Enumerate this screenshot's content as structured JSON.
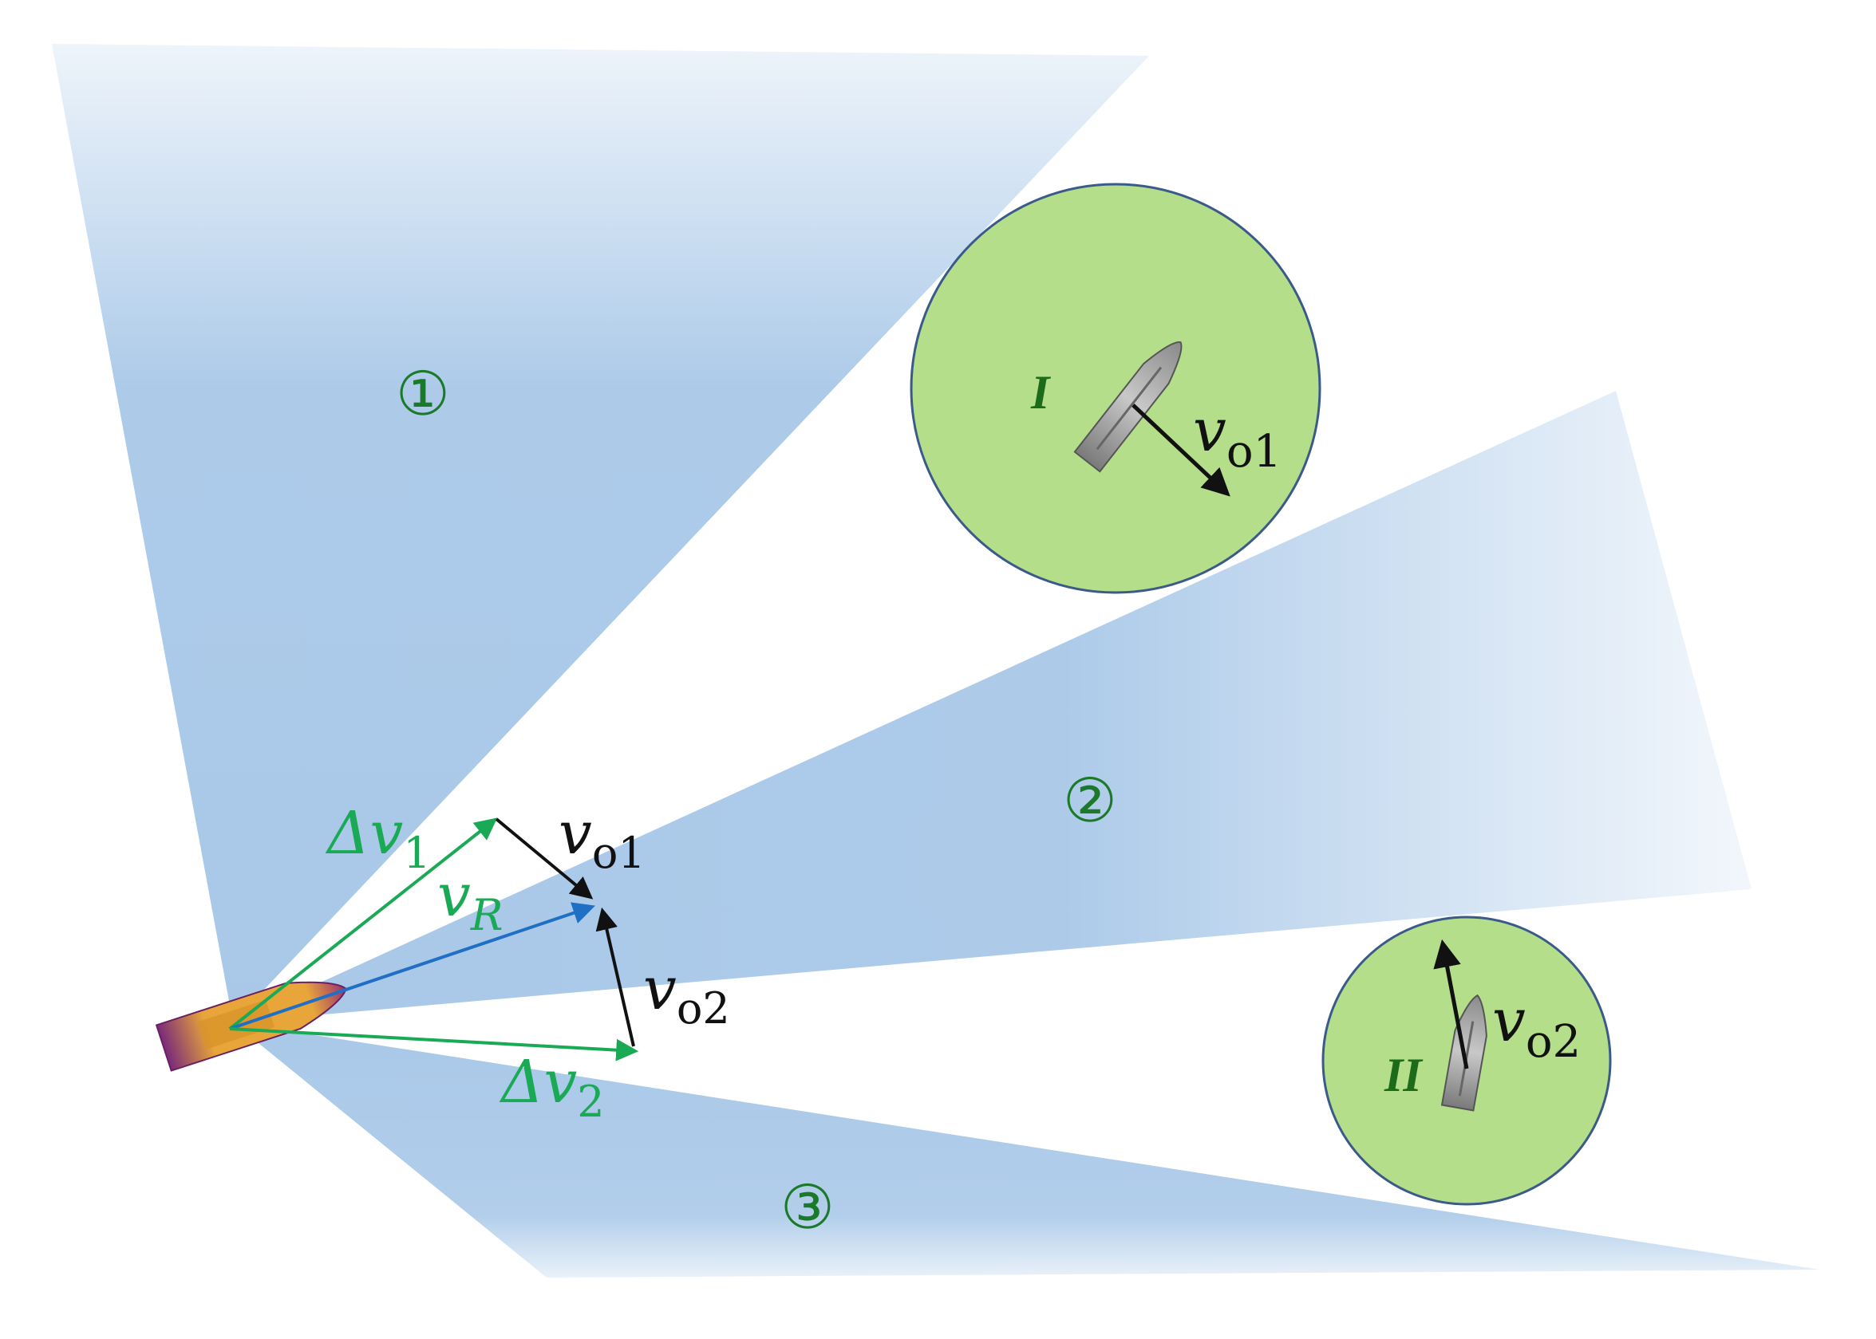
{
  "diagram": {
    "colors": {
      "zone": "#a9c8e8",
      "obstacle_fill": "#b5de8a",
      "obstacle_stroke": "#3a5a8a",
      "green": "#1aaa55",
      "blue": "#1f6fc4",
      "black": "#111111",
      "label_green": "#1a7a2a",
      "obstacle_label": "#1b6b1b"
    },
    "zones": [
      {
        "id": "zone-1",
        "label": "①"
      },
      {
        "id": "zone-2",
        "label": "②"
      },
      {
        "id": "zone-3",
        "label": "③"
      }
    ],
    "obstacles": [
      {
        "id": "obstacle-1",
        "label": "I",
        "velocity": {
          "symbol": "v",
          "subscript": "o1"
        }
      },
      {
        "id": "obstacle-2",
        "label": "II",
        "velocity": {
          "symbol": "v",
          "subscript": "o2"
        }
      }
    ],
    "vectors": {
      "delta_v1": {
        "symbol": "Δv",
        "subscript": "1"
      },
      "v_R": {
        "symbol": "v",
        "subscript": "R"
      },
      "delta_v2": {
        "symbol": "Δv",
        "subscript": "2"
      },
      "v_o1": {
        "symbol": "v",
        "subscript": "o1"
      },
      "v_o2": {
        "symbol": "v",
        "subscript": "o2"
      }
    }
  }
}
